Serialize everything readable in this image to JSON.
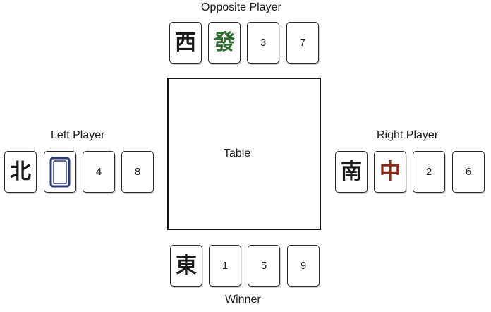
{
  "players": {
    "opposite": {
      "label": "Opposite Player",
      "tiles": [
        "西",
        "發",
        "3",
        "7"
      ]
    },
    "left": {
      "label": "Left Player",
      "tiles": [
        "北",
        "white-dragon",
        "4",
        "8"
      ]
    },
    "right": {
      "label": "Right Player",
      "tiles": [
        "南",
        "中",
        "2",
        "6"
      ]
    },
    "winner": {
      "label": "Winner",
      "tiles": [
        "東",
        "1",
        "5",
        "9"
      ]
    }
  },
  "table": {
    "label": "Table"
  },
  "colors": {
    "green_dragon": "#2f6b2f",
    "red_dragon": "#8a2a1a",
    "white_dragon_frame": "#2b3a7a",
    "ink": "#1a1a1a"
  },
  "icons": {
    "white_dragon": "white-dragon-icon"
  }
}
